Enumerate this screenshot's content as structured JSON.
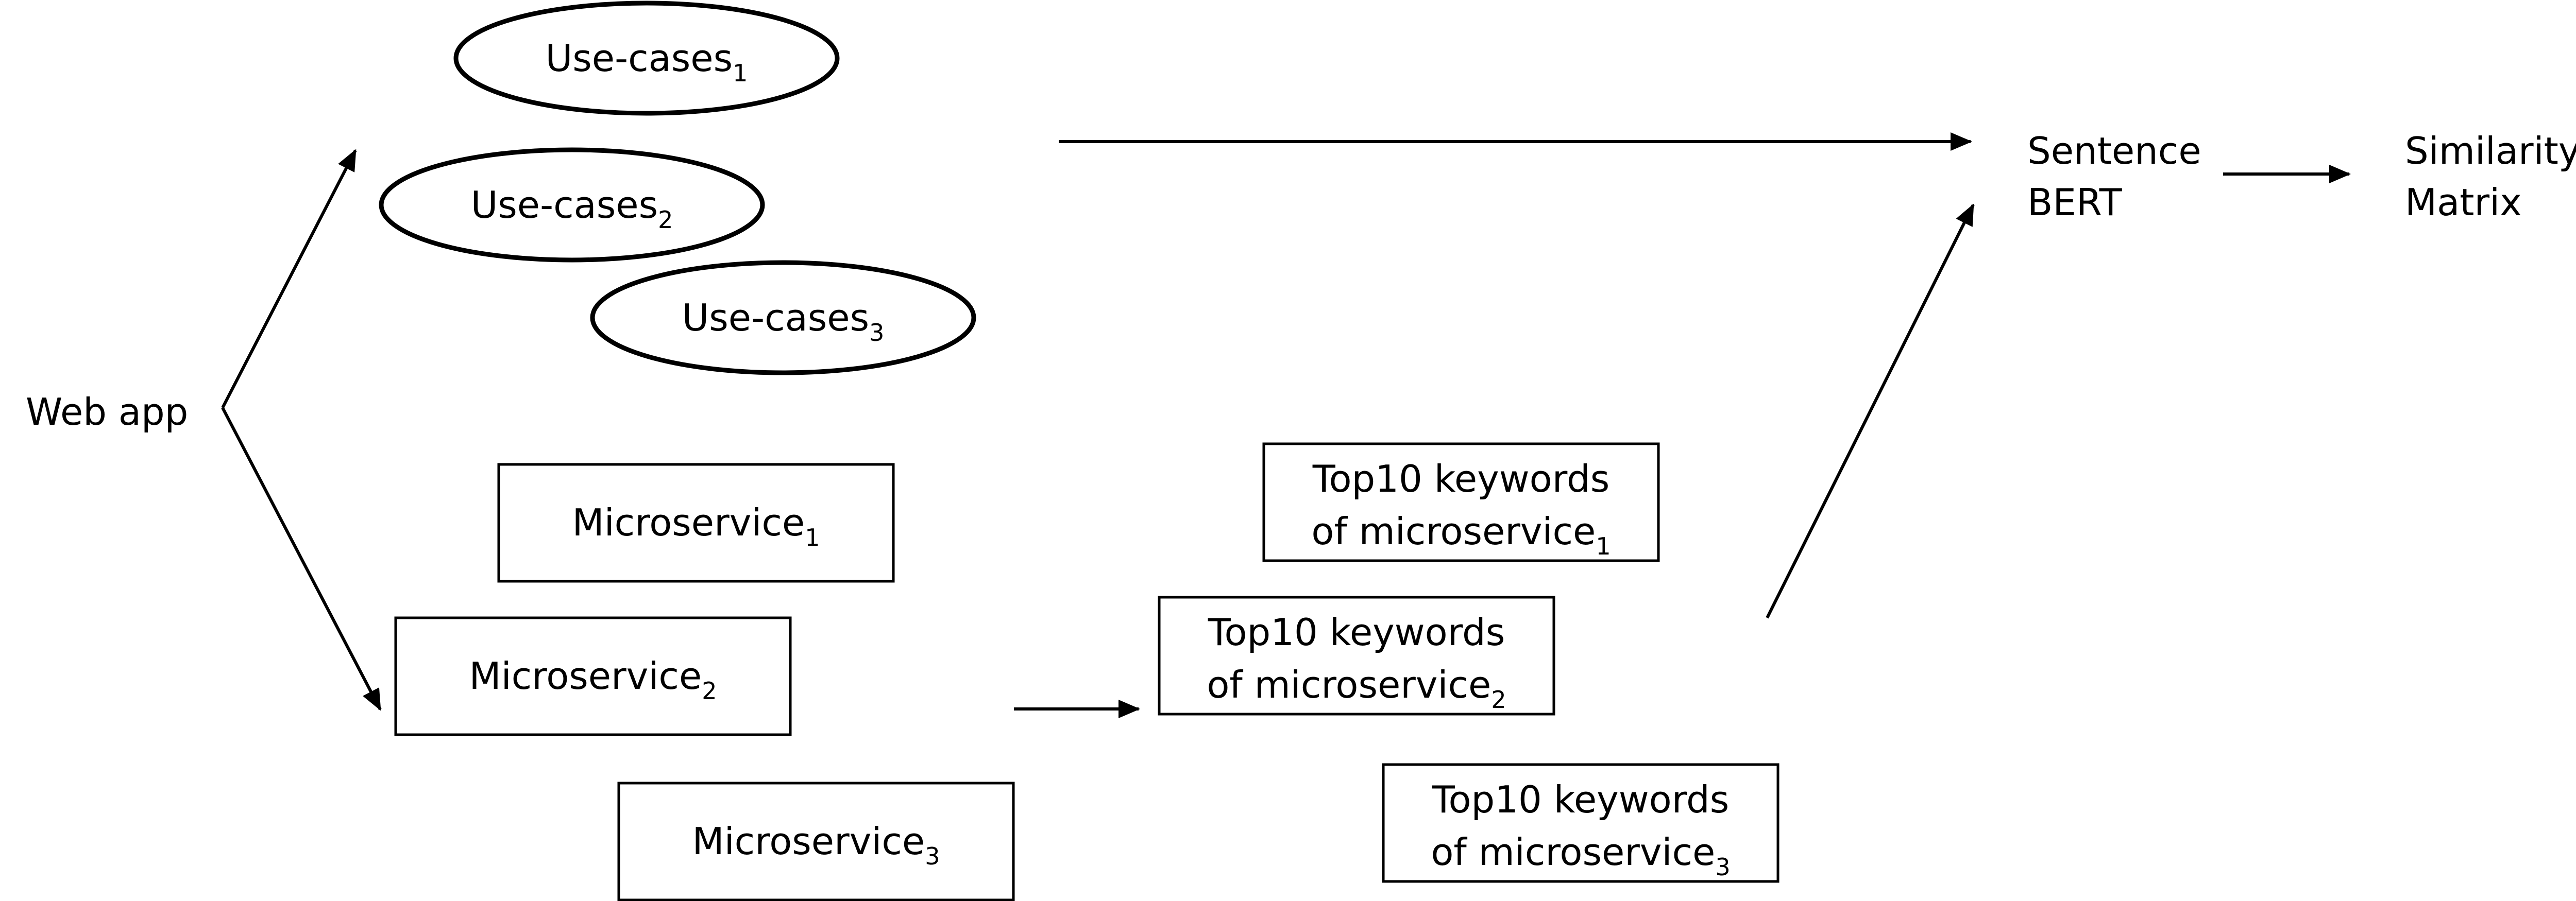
{
  "source": {
    "label": "Web app"
  },
  "use_cases": [
    {
      "base": "Use-cases",
      "index": "1"
    },
    {
      "base": "Use-cases",
      "index": "2"
    },
    {
      "base": "Use-cases",
      "index": "3"
    }
  ],
  "microservices": [
    {
      "base": "Microservice",
      "index": "1"
    },
    {
      "base": "Microservice",
      "index": "2"
    },
    {
      "base": "Microservice",
      "index": "3"
    }
  ],
  "keywords": [
    {
      "line1": "Top10 keywords",
      "line2": "of microservice",
      "index": "1"
    },
    {
      "line1": "Top10 keywords",
      "line2": "of microservice",
      "index": "2"
    },
    {
      "line1": "Top10 keywords",
      "line2": "of microservice",
      "index": "3"
    }
  ],
  "model": {
    "line1": "Sentence",
    "line2": "BERT"
  },
  "output": {
    "line1": "Similarity",
    "line2": "Matrix"
  }
}
